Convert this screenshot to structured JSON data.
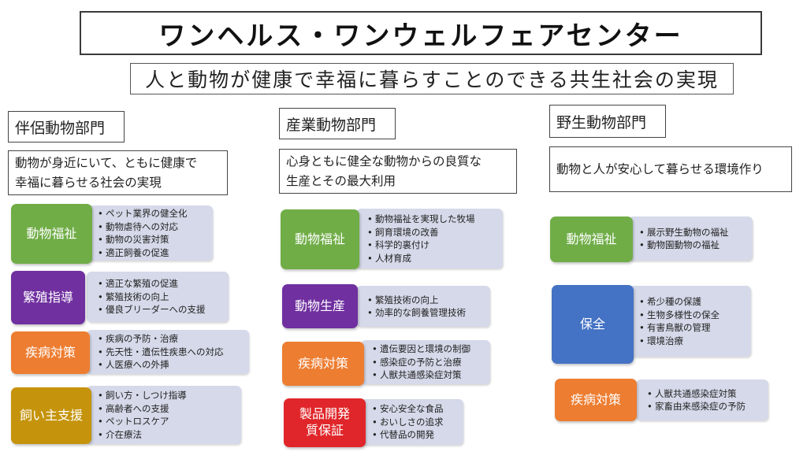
{
  "title": "ワンヘルス・ワンウェルフェアセンター",
  "subtitle": "人と動物が健康で幸福に暮らすことのできる共生社会の実現",
  "colors": {
    "green": "#70ad47",
    "purple": "#7030a0",
    "orange": "#ed7d31",
    "gold": "#c5940c",
    "blue": "#4472c4",
    "red": "#e0262a",
    "detail_bg": "#d5d9e9"
  },
  "departments": [
    {
      "name": "伴侶動物部門",
      "goal": "動物が身近にいて、ともに健康で幸福に暮らせる社会の実現",
      "goal_lines": [
        "動物が身近にいて、ともに健康で",
        "幸福に暮らせる社会の実現"
      ],
      "items": [
        {
          "label": "動物福祉",
          "color": "green",
          "details": [
            "ペット業界の健全化",
            "動物虐待への対応",
            "動物の災害対策",
            "適正飼養の促進"
          ]
        },
        {
          "label": "繁殖指導",
          "color": "purple",
          "details": [
            "適正な繁殖の促進",
            "繁殖技術の向上",
            "優良ブリーダーへの支援"
          ]
        },
        {
          "label": "疾病対策",
          "color": "orange",
          "details": [
            "疾病の予防・治療",
            "先天性・遺伝性疾患への対応",
            "人医療への外挿"
          ]
        },
        {
          "label": "飼い主支援",
          "color": "gold",
          "details": [
            "飼い方・しつけ指導",
            "高齢者への支援",
            "ペットロスケア",
            "介在療法"
          ]
        }
      ]
    },
    {
      "name": "産業動物部門",
      "goal": "心身ともに健全な動物からの良質な生産とその最大利用",
      "goal_lines": [
        "心身ともに健全な動物からの良質な",
        "生産とその最大利用"
      ],
      "items": [
        {
          "label": "動物福祉",
          "color": "green",
          "details": [
            "動物福祉を実現した牧場",
            "飼育環境の改善",
            "科学的裏付け",
            "人材育成"
          ]
        },
        {
          "label": "動物生産",
          "color": "purple",
          "details": [
            "繁殖技術の向上",
            "効率的な飼養管理技術"
          ]
        },
        {
          "label": "疾病対策",
          "color": "orange",
          "details": [
            "遺伝要因と環境の制御",
            "感染症の予防と治療",
            "人獣共通感染症対策"
          ]
        },
        {
          "label_lines": [
            "製品開発",
            "質保証"
          ],
          "color": "red",
          "details": [
            "安心安全な食品",
            "おいしさの追求",
            "代替品の開発"
          ]
        }
      ]
    },
    {
      "name": "野生動物部門",
      "goal": "動物と人が安心して暮らせる環境作り",
      "goal_lines": [
        "動物と人が安心して暮らせる環境作り"
      ],
      "items": [
        {
          "label": "動物福祉",
          "color": "green",
          "details": [
            "展示野生動物の福祉",
            "動物園動物の福祉"
          ]
        },
        {
          "label": "保全",
          "color": "blue",
          "details": [
            "希少種の保護",
            "生物多様性の保全",
            "有害鳥獣の管理",
            "環境治療"
          ]
        },
        {
          "label": "疾病対策",
          "color": "orange",
          "details": [
            "人獣共通感染症対策",
            "家畜由来感染症の予防"
          ]
        }
      ]
    }
  ]
}
